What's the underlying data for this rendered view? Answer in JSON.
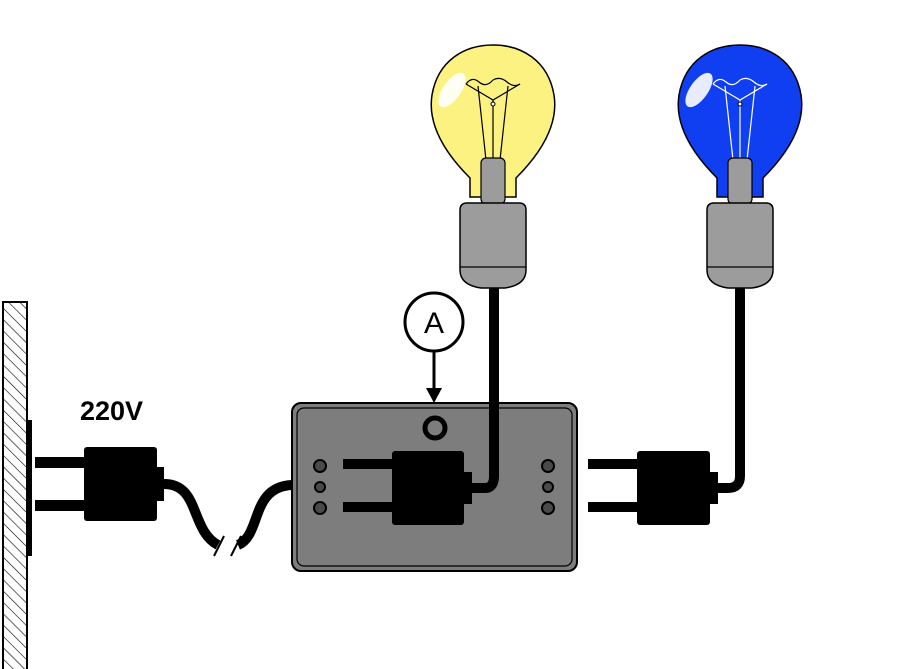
{
  "voltage_label": "220V",
  "marker_label": "A",
  "colors": {
    "bulb_yellow": "#fcf281",
    "bulb_blue": "#0f3ff0",
    "socket_gray": "#9c9c9c",
    "box_gray": "#7d7d7d",
    "plug_black": "#000000",
    "wall_hatch": "#000000"
  },
  "components": {
    "wall": "wall-outlet",
    "source_plug": "plug",
    "power_cable": "cable",
    "junction_box": "power-strip",
    "inner_plug": "plug",
    "outer_plug": "plug",
    "left_bulb": "yellow-light-bulb",
    "right_bulb": "blue-light-bulb",
    "indicator_lamp": "indicator-ring"
  }
}
